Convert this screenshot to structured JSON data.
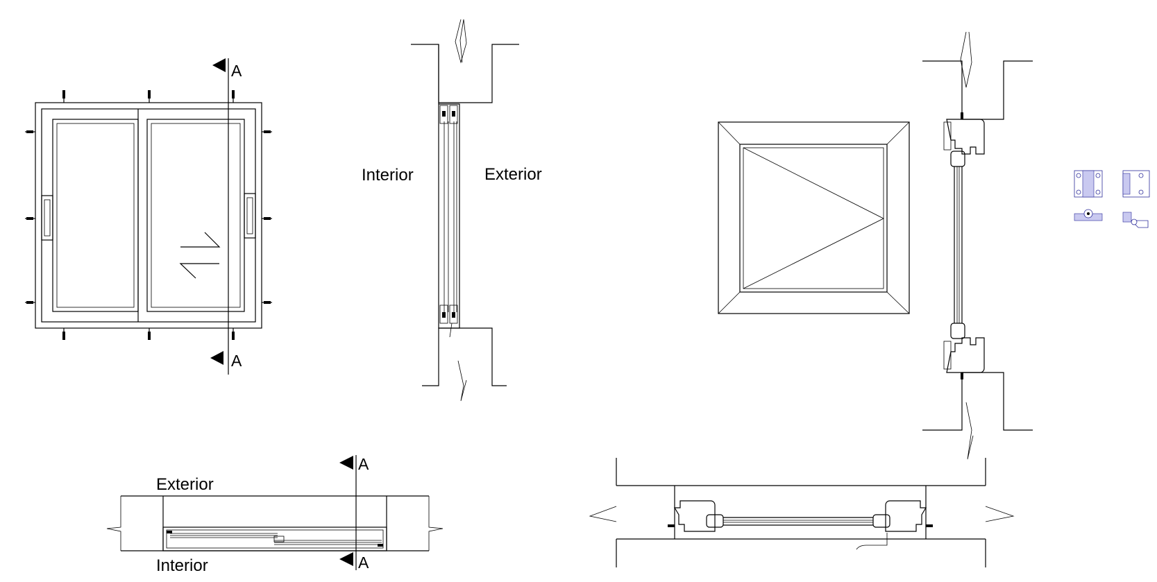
{
  "colors": {
    "line": "#000000",
    "hardware": "#2b2b9a",
    "hardware_fill": "#c9c9f0",
    "background": "#ffffff"
  },
  "elevation_sliding": {
    "section_marker_top": "A",
    "section_marker_bottom": "A",
    "icon": "sliding-arrows-icon"
  },
  "vertical_section_sliding": {
    "label_left": "Interior",
    "label_right": "Exterior"
  },
  "plan_section_sliding": {
    "label_top": "Exterior",
    "label_bottom": "Interior",
    "section_marker_top": "A",
    "section_marker_bottom": "A"
  },
  "elevation_hinged": {
    "icon": "opening-triangle-icon"
  },
  "hardware": {
    "items": [
      "hinge-front-icon",
      "hinge-side-icon",
      "hinge-top-icon",
      "hinge-open-icon"
    ]
  }
}
